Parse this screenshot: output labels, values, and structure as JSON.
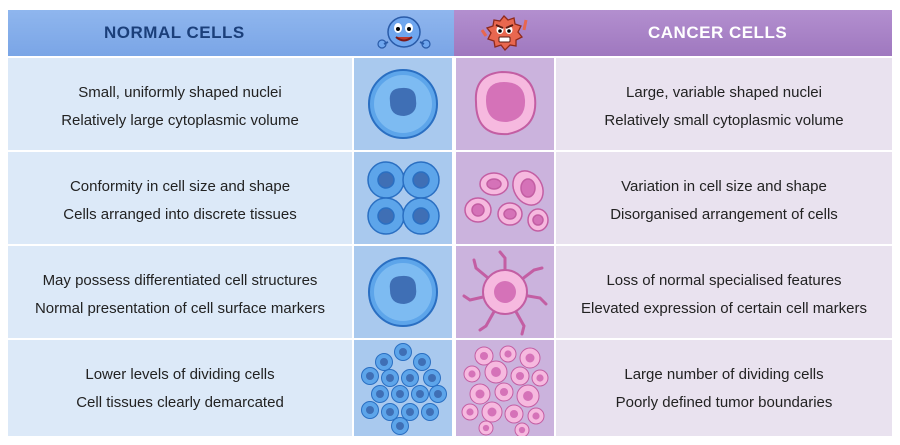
{
  "headers": {
    "normal": "NORMAL CELLS",
    "cancer": "CANCER CELLS"
  },
  "colors": {
    "normal_header": "#7aa5e6",
    "cancer_header": "#9f78bf",
    "normal_cell": "#5da5ea",
    "cancer_cell": "#f3a9d8"
  },
  "rows": [
    {
      "normal": [
        "Small, uniformly shaped nuclei",
        "Relatively large cytoplasmic volume"
      ],
      "cancer": [
        "Large, variable shaped nuclei",
        "Relatively small cytoplasmic volume"
      ]
    },
    {
      "normal": [
        "Conformity in cell size and shape",
        "Cells arranged into discrete tissues"
      ],
      "cancer": [
        "Variation in cell size and shape",
        "Disorganised arrangement of cells"
      ]
    },
    {
      "normal": [
        "May possess differentiated cell structures",
        "Normal presentation of cell surface markers"
      ],
      "cancer": [
        "Loss of normal specialised features",
        "Elevated expression of certain cell markers"
      ]
    },
    {
      "normal": [
        "Lower levels of dividing cells",
        "Cell tissues clearly demarcated"
      ],
      "cancer": [
        "Large number of dividing cells",
        "Poorly defined tumor boundaries"
      ]
    }
  ]
}
